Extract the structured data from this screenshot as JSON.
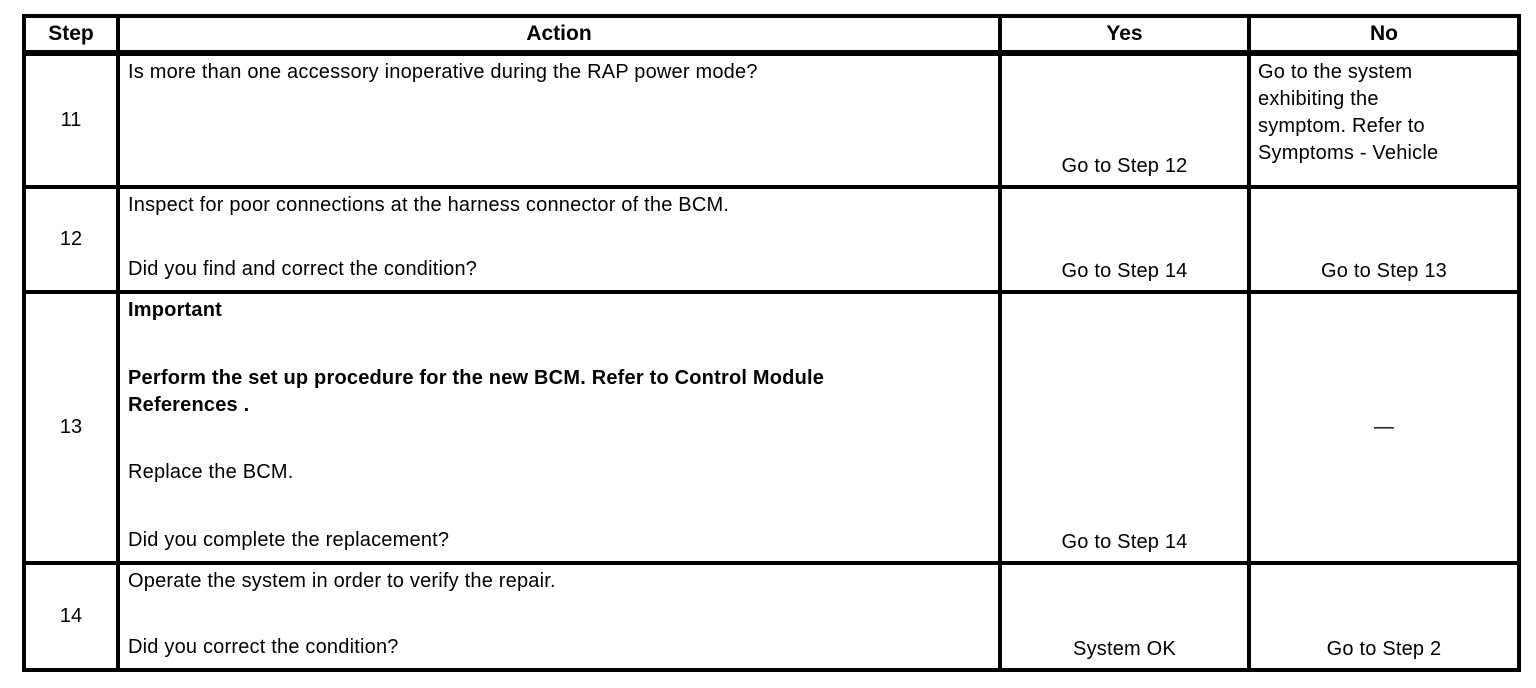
{
  "table": {
    "headers": {
      "step": "Step",
      "action": "Action",
      "yes": "Yes",
      "no": "No"
    },
    "rows": [
      {
        "step": "11",
        "paragraphs": [
          "Is more than one accessory inoperative during the RAP power mode?"
        ],
        "yes": "Go to Step 12",
        "no": "Go to the system\nexhibiting the\nsymptom. Refer to\nSymptoms - Vehicle"
      },
      {
        "step": "12",
        "paragraphs": [
          "Inspect for poor connections at the harness connector of the BCM.",
          "Did you find and correct the condition?"
        ],
        "yes": "Go to Step 14",
        "no": "Go to Step 13"
      },
      {
        "step": "13",
        "paragraphs": [
          "Important",
          "Perform the set up procedure for the new BCM. Refer to Control Module\nReferences .",
          "Replace the BCM.",
          "Did you complete the replacement?"
        ],
        "yes": "Go to Step 14",
        "no": "—"
      },
      {
        "step": "14",
        "paragraphs": [
          "Operate the system in order to verify the repair.",
          "Did you correct the condition?"
        ],
        "yes": "System OK",
        "no": "Go to Step 2"
      }
    ]
  }
}
